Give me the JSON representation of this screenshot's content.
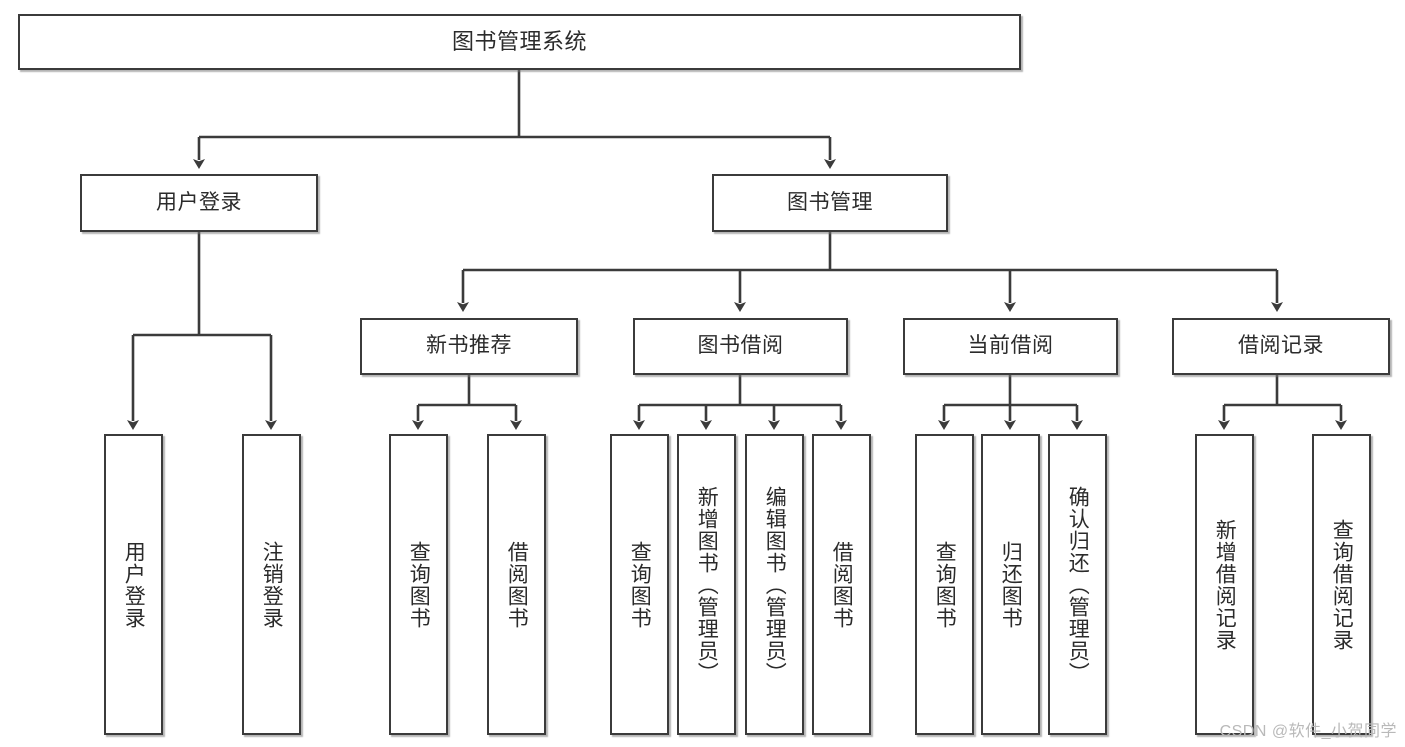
{
  "diagram": {
    "title": "图书管理系统",
    "type": "tree",
    "root": {
      "label": "图书管理系统"
    },
    "level2": [
      {
        "label": "用户登录"
      },
      {
        "label": "图书管理"
      }
    ],
    "level3": [
      {
        "label": "新书推荐"
      },
      {
        "label": "图书借阅"
      },
      {
        "label": "当前借阅"
      },
      {
        "label": "借阅记录"
      }
    ],
    "leaves": {
      "user_login": [
        {
          "label": "用户登录"
        },
        {
          "label": "注销登录"
        }
      ],
      "new_book_recommend": [
        {
          "label": "查询图书"
        },
        {
          "label": "借阅图书"
        }
      ],
      "book_borrow": [
        {
          "label": "查询图书"
        },
        {
          "label": "新增图书（管理员）"
        },
        {
          "label": "编辑图书（管理员）"
        },
        {
          "label": "借阅图书"
        }
      ],
      "current_borrow": [
        {
          "label": "查询图书"
        },
        {
          "label": "归还图书"
        },
        {
          "label": "确认归还（管理员）"
        }
      ],
      "borrow_record": [
        {
          "label": "新增借阅记录"
        },
        {
          "label": "查询借阅记录"
        }
      ]
    }
  },
  "watermark": {
    "text": "CSDN @软件_小贺同学"
  },
  "colors": {
    "border": "#3b3b3b",
    "text": "#2b2b2b",
    "background": "#ffffff",
    "watermark": "#b9b9b9"
  }
}
